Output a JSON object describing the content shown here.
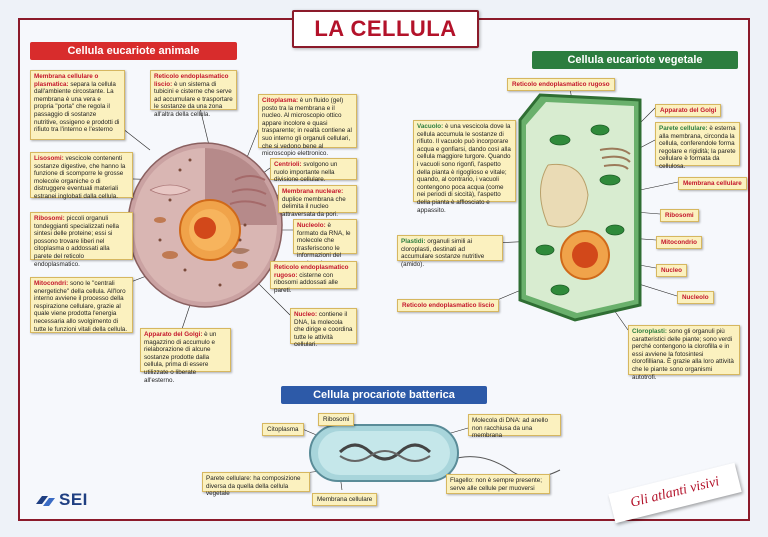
{
  "title": "LA CELLULA",
  "sections": {
    "animal": "Cellula eucariote animale",
    "plant": "Cellula eucariote vegetale",
    "prokaryote": "Cellula procariote batterica"
  },
  "animal_notes": {
    "membrana_title": "Membrana cellulare o plasmatica:",
    "membrana_text": "separa la cellula dall'ambiente circostante. La membrana è una vera e propria \"porta\" che regola il passaggio di sostanze nutritive, ossigeno e prodotti di rifiuto tra l'interno e l'esterno",
    "lisosomi_title": "Lisosomi:",
    "lisosomi_text": "vescicole contenenti sostanze digestive, che hanno la funzione di scomporre le grosse molecole organiche o di distruggere eventuali materiali estranei inglobati dalla cellula.",
    "ribosomi_title": "Ribosomi:",
    "ribosomi_text": "piccoli organuli tondeggianti specializzati nella sintesi delle proteine; essi si possono trovare liberi nel citoplasma o addossati alla parete del reticolo endoplasmatico.",
    "mitocondri_title": "Mitocondri:",
    "mitocondri_text": "sono le \"centrali energetiche\" della cellula. All'loro interno avviene il processo della respirazione cellulare, grazie al quale viene prodotta l'energia necessaria allo svolgimento di tutte le funzioni vitali della cellula.",
    "reticolo_liscio_title": "Reticolo endoplasmatico liscio:",
    "reticolo_liscio_text": "è un sistema di tubicini e cisterne che serve ad accumulare e trasportare le sostanze da una zona all'altra della cellula.",
    "citoplasma_title": "Citoplasma:",
    "citoplasma_text": "è un fluido (gel) posto tra la membrana e il nucleo. Al microscopio ottico appare incolore e quasi trasparente; in realtà contiene al suo interno gli organuli cellulari, che si vedono bene al microscopio elettronico.",
    "centrioli_title": "Centrioli:",
    "centrioli_text": "svolgono un ruolo importante nella divisione cellulare.",
    "membrana_nucleare_title": "Membrana nucleare:",
    "membrana_nucleare_text": "duplice membrana che delimita il nucleo attraversata da pori.",
    "nucleolo_title": "Nucleolo:",
    "nucleolo_text": "è formato da RNA, le molecole che trasferiscono le informazioni del nucleo al citoplasma.",
    "reticolo_rugoso_title": "Reticolo endoplasmatico rugoso:",
    "reticolo_rugoso_text": "cisterne con ribosomi addossati alle pareti.",
    "nucleo_title": "Nucleo:",
    "nucleo_text": "contiene il DNA, la molecola che dirige e coordina tutte le attività cellulari.",
    "golgi_title": "Apparato del Golgi:",
    "golgi_text": "è un magazzino di accumulo e rielaborazione di alcune sostanze prodotte dalla cellula, prima di essere utilizzate o liberate all'esterno."
  },
  "plant_notes": {
    "reticolo_rugoso": "Reticolo endoplasmatico rugoso",
    "golgi": "Apparato del Golgi",
    "parete_title": "Parete cellulare:",
    "parete_text": "è esterna alla membrana, circonda la cellula, conferendole forma regolare e rigidità; la parete cellulare è formata da cellulosa.",
    "membrana": "Membrana cellulare",
    "ribosomi": "Ribosomi",
    "mitocondrio": "Mitocondrio",
    "nucleo": "Nucleo",
    "nucleolo": "Nucleolo",
    "vacuolo_title": "Vacuolo:",
    "vacuolo_text": "è una vescicola dove la cellula accumula le sostanze di rifiuto. Il vacuolo può incorporare acqua e gonfiarsi, dando così alla cellula maggiore turgore. Quando i vacuoli sono rigonfi, l'aspetto della pianta è rigoglioso e vitale; quando, al contrario, i vacuoli contengono poca acqua (come nei periodi di siccità), l'aspetto della pianta è afflosciato e appassito.",
    "plastidi_title": "Plastidi:",
    "plastidi_text": "organuli simili ai cloroplasti, destinati ad accumulare sostanze nutritive (amido).",
    "reticolo_liscio": "Reticolo endoplasmatico liscio",
    "cloroplasti_title": "Cloroplasti:",
    "cloroplasti_text": "sono gli organuli più caratteristici delle piante; sono verdi perché contengono la clorofilla e in essi avviene la fotosintesi clorofilliana. È grazie alla loro attività che le piante sono organismi autotrofi."
  },
  "bacteria_notes": {
    "ribosomi": "Ribosomi",
    "citoplasma": "Citoplasma",
    "dna": "Molecola di DNA: ad anello non racchiusa da una membrana",
    "parete": "Parete cellulare: ha composizione diversa da quella della cellula vegetale",
    "membrana": "Membrana cellulare",
    "flagello": "Flagello: non è sempre presente; serve alle cellule per muoversi"
  },
  "publisher": "SEI",
  "series": "Gli atlanti visivi",
  "colors": {
    "frame": "#8b1a2a",
    "title_red": "#b3122a",
    "animal_header": "#d82c2c",
    "plant_header": "#2c7d3f",
    "prokaryote_header": "#2d5aa8",
    "note_bg": "#fbf1bf"
  }
}
